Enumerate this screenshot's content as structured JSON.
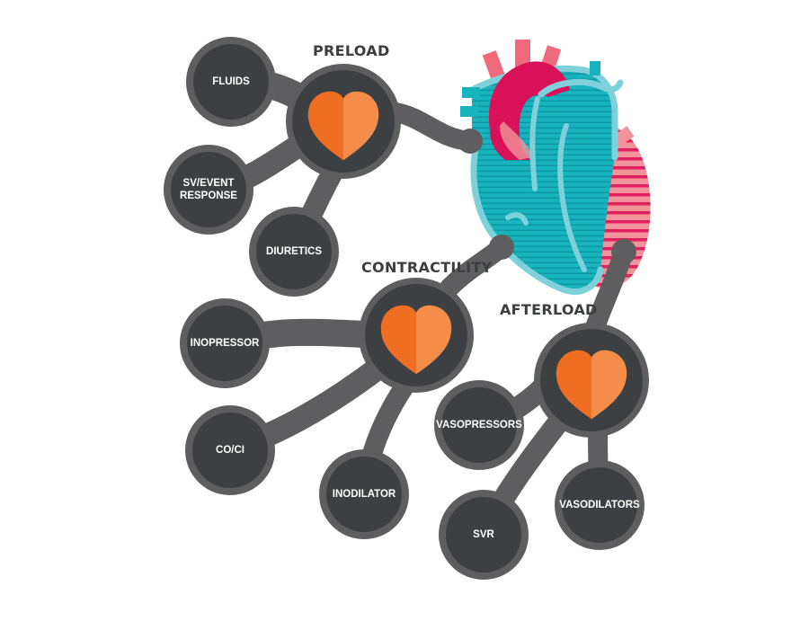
{
  "colors": {
    "connector": "#5e5d5f",
    "node_fill": "#3d4043",
    "heart_left": "#ef6e22",
    "heart_right": "#f58d4a",
    "heart_teal": "#17b4be",
    "heart_teal_stripe": "#0f97a3",
    "heart_light_teal": "#7ed1da",
    "heart_crimson": "#d81158",
    "heart_pink": "#f2939b",
    "heart_pink_stripe": "#e21f5d"
  },
  "hubs": {
    "preload": {
      "title": "PRELOAD",
      "icon": "heart-icon",
      "items": {
        "fluids": "FLUIDS",
        "sv_event": "SV/EVENT\nRESPONSE",
        "diuretics": "DIURETICS"
      }
    },
    "contractility": {
      "title": "CONTRACTILITY",
      "icon": "heart-icon",
      "items": {
        "inopressor": "INOPRESSOR",
        "co_ci": "CO/CI",
        "inodilator": "INODILATOR"
      }
    },
    "afterload": {
      "title": "AFTERLOAD",
      "icon": "heart-icon",
      "items": {
        "vasopressors": "VASOPRESSORS",
        "svr": "SVR",
        "vasodilators": "VASODILATORS"
      }
    }
  },
  "illustration": {
    "icon": "anatomical-heart-icon"
  }
}
